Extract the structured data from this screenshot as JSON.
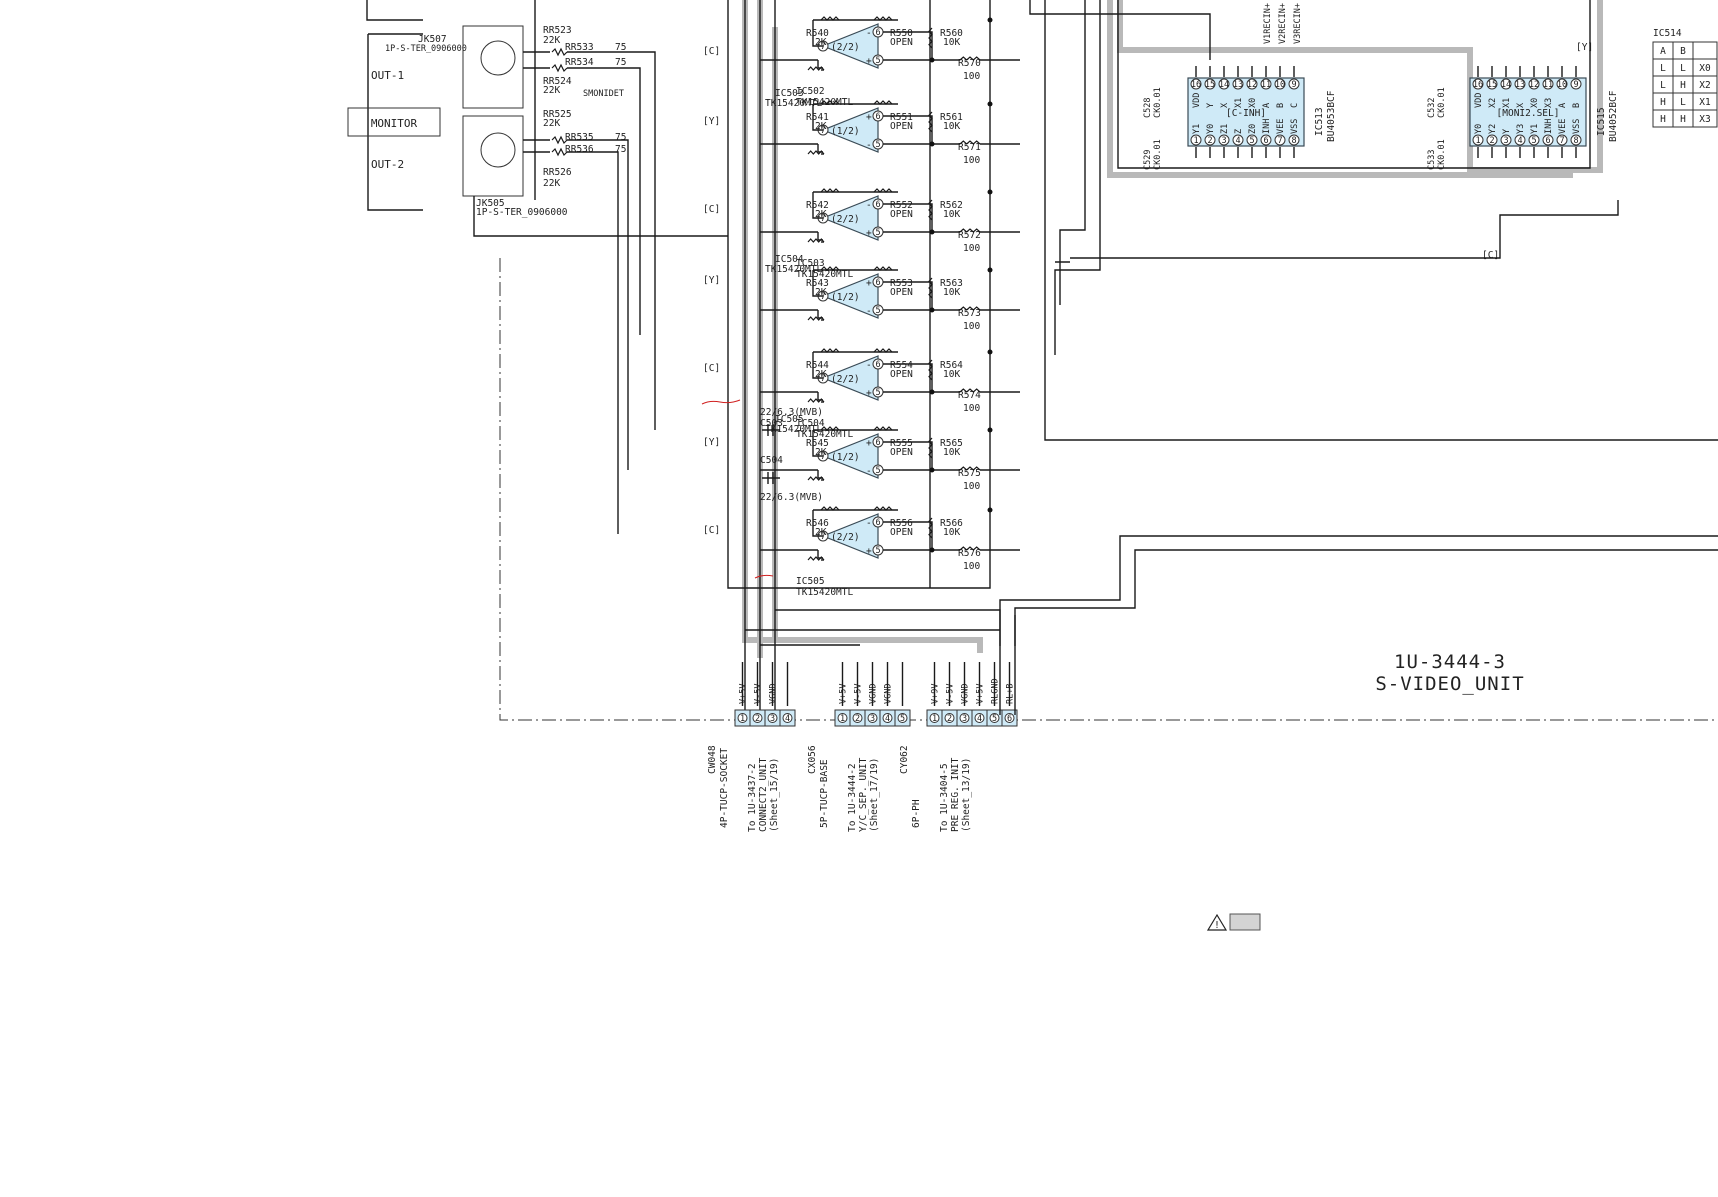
{
  "unit": {
    "number": "1U-3444-3",
    "name": "S-VIDEO_UNIT"
  },
  "monitor": {
    "label": "MONITOR",
    "out1": "OUT-1",
    "out2": "OUT-2"
  },
  "jacks": [
    {
      "ref": "JK507",
      "part": "1P-S-TER_0906000"
    },
    {
      "ref": "JK505",
      "part": "1P-S-TER_0906000"
    }
  ],
  "jack_resistors": [
    {
      "ref": "RR523",
      "value": "22K"
    },
    {
      "ref": "RR533",
      "value": "75"
    },
    {
      "ref": "RR534",
      "value": "75"
    },
    {
      "ref": "RR524",
      "value": "22K"
    },
    {
      "ref": "RR525",
      "value": "22K"
    },
    {
      "ref": "RR535",
      "value": "75"
    },
    {
      "ref": "RR536",
      "value": "75"
    },
    {
      "ref": "RR526",
      "value": "22K"
    }
  ],
  "smonidet": "SMONIDET",
  "signal_tags": [
    "[C]",
    "[Y]",
    "[C]",
    "[Y]",
    "[C]",
    "[Y]",
    "[C]"
  ],
  "amps": [
    {
      "ic": "IC502",
      "part": "TK15420MTL",
      "half": "(2/2)",
      "rin": "R540",
      "rin_val": "2K",
      "rf": "R550",
      "rf_val": "OPEN",
      "rb": "R560",
      "rb_val": "10K",
      "rout": "R570",
      "rout_val": "100"
    },
    {
      "ic": "IC503",
      "part": "TK15420MTL",
      "half": "(1/2)",
      "rin": "R541",
      "rin_val": "2K",
      "rf": "R551",
      "rf_val": "OPEN",
      "rb": "R561",
      "rb_val": "10K",
      "rout": "R571",
      "rout_val": "100"
    },
    {
      "ic": "IC503",
      "part": "TK15420MTL",
      "half": "(2/2)",
      "rin": "R542",
      "rin_val": "2K",
      "rf": "R552",
      "rf_val": "OPEN",
      "rb": "R562",
      "rb_val": "10K",
      "rout": "R572",
      "rout_val": "100"
    },
    {
      "ic": "IC504",
      "part": "TK15420MTL",
      "half": "(1/2)",
      "rin": "R543",
      "rin_val": "2K",
      "rf": "R553",
      "rf_val": "OPEN",
      "rb": "R563",
      "rb_val": "10K",
      "rout": "R573",
      "rout_val": "100"
    },
    {
      "ic": "IC504",
      "part": "TK15420MTL",
      "half": "(2/2)",
      "rin": "R544",
      "rin_val": "2K",
      "rf": "R554",
      "rf_val": "OPEN",
      "rb": "R564",
      "rb_val": "10K",
      "rout": "R574",
      "rout_val": "100"
    },
    {
      "ic": "IC505",
      "part": "TK15420MTL",
      "half": "(1/2)",
      "rin": "R545",
      "rin_val": "2K",
      "rf": "R555",
      "rf_val": "OPEN",
      "rb": "R565",
      "rb_val": "10K",
      "rout": "R575",
      "rout_val": "100"
    },
    {
      "ic": "IC505",
      "part": "TK15420MTL",
      "half": "(2/2)",
      "rin": "R546",
      "rin_val": "2K",
      "rf": "R556",
      "rf_val": "OPEN",
      "rb": "R566",
      "rb_val": "10K",
      "rout": "R576",
      "rout_val": "100"
    }
  ],
  "caps": [
    {
      "ref": "C503",
      "value": "22/6.3(MVB)"
    },
    {
      "ref": "C504",
      "value": "22/6.3(MVB)"
    },
    {
      "ref": "C528",
      "value": "CK0.01"
    },
    {
      "ref": "C529",
      "value": "CK0.01"
    },
    {
      "ref": "C532",
      "value": "CK0.01"
    },
    {
      "ref": "C533",
      "value": "CK0.01"
    }
  ],
  "switch_ics": [
    {
      "ref": "IC513",
      "part": "BU4053BCF",
      "func": "[C-INH]",
      "top_pins": [
        "16",
        "15",
        "14",
        "13",
        "12",
        "11",
        "10",
        "9"
      ],
      "bottom_pins": [
        "1",
        "2",
        "3",
        "4",
        "5",
        "6",
        "7",
        "8"
      ],
      "top_names": [
        "VDD",
        "Y",
        "X",
        "X1",
        "X0",
        "A",
        "B",
        "C"
      ],
      "bottom_names": [
        "Y1",
        "Y0",
        "Z1",
        "Z",
        "Z0",
        "INH",
        "VEE",
        "VSS"
      ]
    },
    {
      "ref": "IC515",
      "part": "BU4052BCF",
      "func": "[MONI2.SEL]",
      "top_pins": [
        "16",
        "15",
        "14",
        "13",
        "12",
        "11",
        "10",
        "9"
      ],
      "bottom_pins": [
        "1",
        "2",
        "3",
        "4",
        "5",
        "6",
        "7",
        "8"
      ],
      "top_names": [
        "VDD",
        "X2",
        "X1",
        "X",
        "X0",
        "X3",
        "A",
        "B"
      ],
      "bottom_names": [
        "Y0",
        "Y2",
        "Y",
        "Y3",
        "Y1",
        "INH",
        "VEE",
        "VSS"
      ]
    }
  ],
  "vrec_labels": [
    "V1RECIN+",
    "V2RECIN+",
    "V3RECIN+"
  ],
  "truth_table": {
    "title": "IC514",
    "headers": [
      "A",
      "B"
    ],
    "rows": [
      [
        "L",
        "L",
        "X0"
      ],
      [
        "L",
        "H",
        "X2"
      ],
      [
        "H",
        "L",
        "X1"
      ],
      [
        "H",
        "H",
        "X3"
      ]
    ]
  },
  "y_tag_right": "[Y]",
  "c_tag_right": "[C]",
  "connectors": [
    {
      "ref": "CW048",
      "type": "4P-TUCP-SOCKET",
      "pins": [
        "V+5V",
        "V-5V",
        "VGND",
        ""
      ],
      "pin_nums": [
        "1",
        "2",
        "3",
        "4"
      ],
      "dest": [
        "To 1U-3437-2",
        "CONNECT2_UNIT",
        "(Sheet_15/19)"
      ]
    },
    {
      "ref": "CX056",
      "type": "5P-TUCP-BASE",
      "pins": [
        "V+5V",
        "V-5V",
        "VGND",
        "VGND",
        ""
      ],
      "pin_nums": [
        "1",
        "2",
        "3",
        "4",
        "5"
      ],
      "dest": [
        "To 1U-3444-2",
        "Y/C_SEP._UNIT",
        "(Sheet_17/19)"
      ]
    },
    {
      "ref": "CY062",
      "type": "6P-PH",
      "pins": [
        "V+9V",
        "V-5V",
        "VGND",
        "V+5V",
        "RLGND",
        "RL+B"
      ],
      "pin_nums": [
        "1",
        "2",
        "3",
        "4",
        "5",
        "6"
      ],
      "dest": [
        "To 1U-3404-5",
        "PRE REG. INIT",
        "(Sheet_13/19)"
      ]
    }
  ],
  "colors": {
    "ic_fill": "#cfeaf7",
    "wire": "#1a1a1a",
    "shadow": "#b9b9b9"
  },
  "warning_icon": "warning-triangle-icon"
}
